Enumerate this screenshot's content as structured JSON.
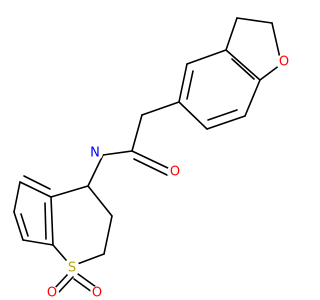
{
  "molecule": {
    "colors": {
      "carbon_bond": "#000000",
      "oxygen": "#ff0000",
      "nitrogen": "#0000ff",
      "sulfur": "#b8a800",
      "background": "#ffffff"
    },
    "atoms": {
      "furan_oxygen": "O",
      "carbonyl_oxygen": "O",
      "amide_nitrogen": "N",
      "sulfonyl_sulfur": "S",
      "sulfonyl_oxygen_left": "O",
      "sulfonyl_oxygen_right": "O"
    }
  }
}
